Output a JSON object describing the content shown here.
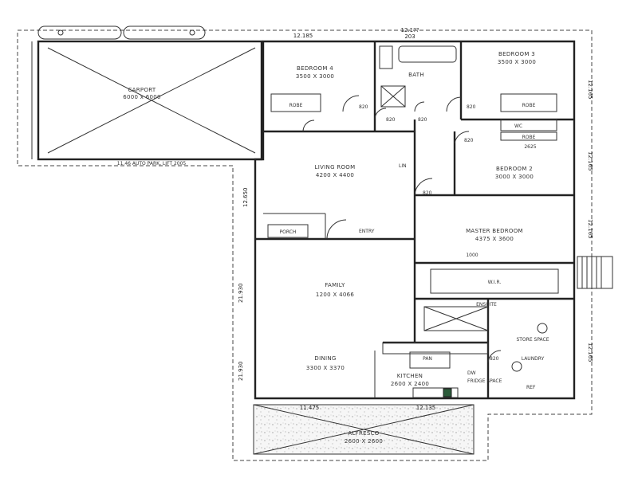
{
  "plan": {
    "overall_width_top": "12.185",
    "top_center_dim": "12.1??",
    "top_center_sub": "203",
    "dim_right_upper": "12.165",
    "dim_right_mid": "12.165",
    "dim_right_lower": "12.165",
    "dim_left_upper": "12.650",
    "dim_left_lower_a": "21.930",
    "dim_left_lower_b": "21.930",
    "dim_bottom_left": "11.475",
    "dim_bottom_right": "12.135",
    "dim_right_bottom": "12.165"
  },
  "rooms": {
    "garage": {
      "name": "CARPORT",
      "size": "6000 x 6000"
    },
    "garage_note": "11.46 AUTO PARK, LIFT 2005",
    "bed4": {
      "name": "BEDROOM 4",
      "size": "3500 X 3000"
    },
    "bath": {
      "name": "BATH"
    },
    "bed3": {
      "name": "BEDROOM 3",
      "size": "3500 X 3000"
    },
    "living": {
      "name": "LIVING ROOM",
      "size": "4200 X 4400"
    },
    "bed2": {
      "name": "BEDROOM 2",
      "size": "3000 X 3000"
    },
    "master": {
      "name": "MASTER BEDROOM",
      "size": "4375 X 3600"
    },
    "wir": {
      "name": "W.I.R."
    },
    "family": {
      "name": "FAMILY",
      "size": "1200 X 4066"
    },
    "dining": {
      "name": "DINING",
      "size": "3300 X 3370"
    },
    "kitchen": {
      "name": "KITCHEN",
      "size": "2600 X 2400"
    },
    "ensuite": {
      "name": "ENSUITE"
    },
    "laundry": {
      "name": "LAUNDRY"
    },
    "alfresco": {
      "name": "ALFRESCO",
      "size": "2600 X 2600"
    },
    "porch": {
      "name": "PORCH"
    },
    "entry": {
      "name": "ENTRY"
    },
    "robe_a": "ROBE",
    "robe_b": "ROBE",
    "robe_c": "ROBE",
    "wc": "WC",
    "linen": "LIN",
    "pantry": "PAN",
    "storage": "STORE SPACE",
    "dw": "DW",
    "ref": "REF",
    "fridge_space": "FRIDGE SPACE"
  },
  "doors": {
    "d1": "820",
    "d2": "820",
    "d3": "820",
    "d4": "820",
    "d5": "820",
    "d6": "820",
    "d7": "820",
    "d8": "2625",
    "d9": "1000"
  }
}
